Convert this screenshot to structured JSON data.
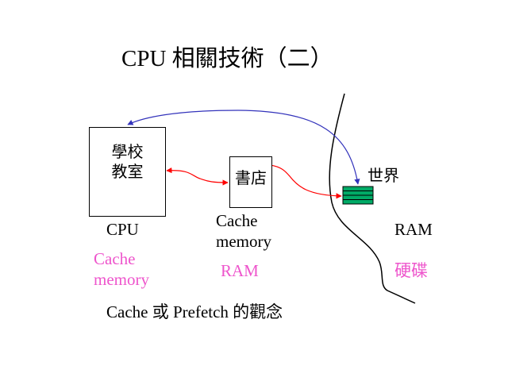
{
  "title": "CPU 相關技術（二）",
  "nodes": {
    "cpu_box": "學校\n教室",
    "store_box": "書店",
    "world": "世界"
  },
  "labels": {
    "cpu": "CPU",
    "cache_memory": "Cache\nmemory",
    "ram": "RAM"
  },
  "sublabels": {
    "cpu": "Cache\nmemory",
    "cache_memory": "RAM",
    "ram": "硬碟"
  },
  "caption": "Cache 或 Prefetch 的觀念",
  "colors": {
    "sublabel": "#ee55cc",
    "red_arrow": "#ff0000",
    "blue_arrow": "#3333bb",
    "stack_fill": "#00aa66"
  }
}
